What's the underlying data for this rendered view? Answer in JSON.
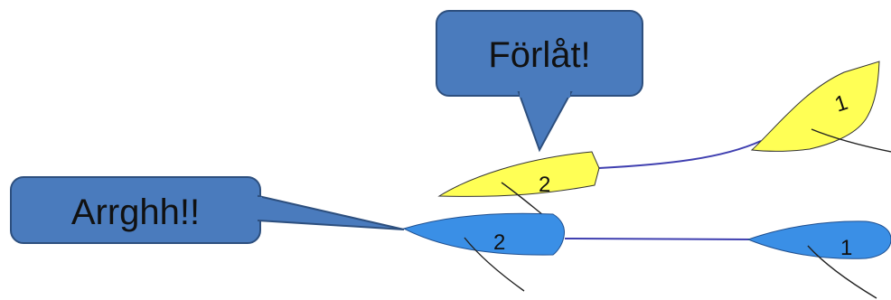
{
  "callouts": {
    "yellow_boat_speech": "Förlåt!",
    "blue_boat_speech": "Arrghh!!"
  },
  "boats": {
    "yellow_lead_number": "1",
    "yellow_trail_number": "2",
    "blue_trail_number": "2",
    "blue_lead_number": "1"
  },
  "colors": {
    "yellow_boat": "#ffff55",
    "blue_boat": "#3a8fe6",
    "callout_fill": "#4a7bbd",
    "tow_line": "#3f3fb0"
  }
}
